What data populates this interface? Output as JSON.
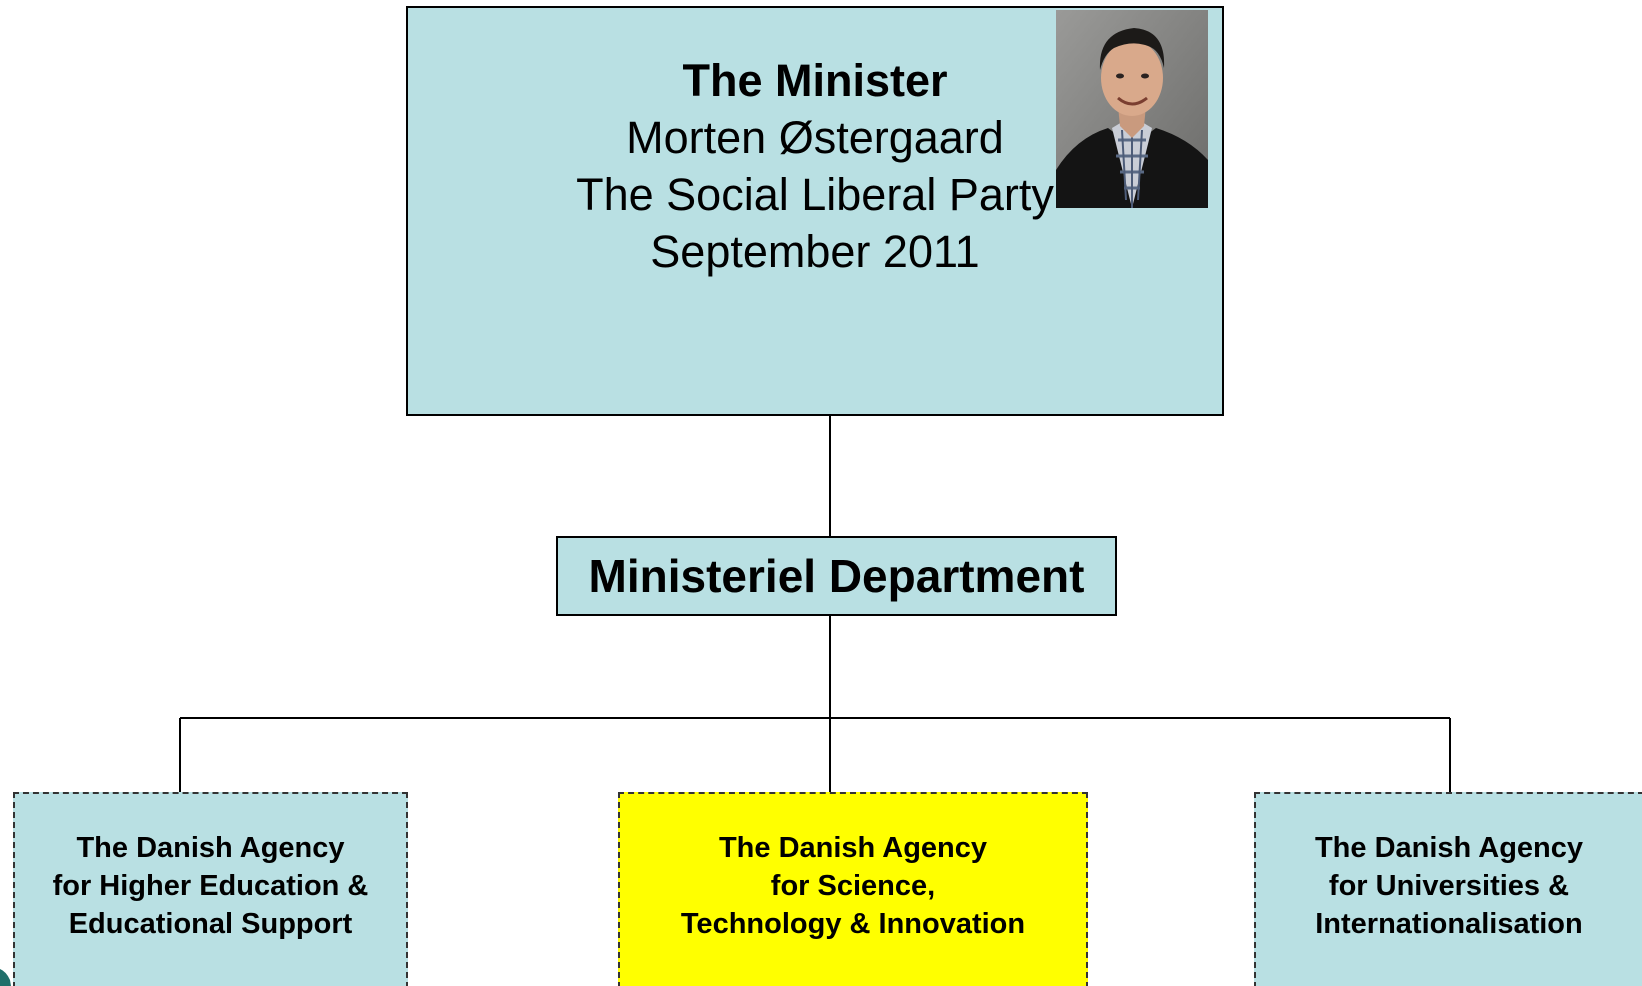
{
  "minister": {
    "title": "The Minister",
    "name": "Morten Østergaard",
    "party": "The Social Liberal Party",
    "date": "September 2011"
  },
  "department": {
    "label": "Ministeriel Department"
  },
  "agencies": [
    {
      "lines": [
        "The Danish Agency",
        "for Higher Education &",
        "Educational Support"
      ],
      "color": "#b9e0e3"
    },
    {
      "lines": [
        "The Danish Agency",
        "for Science,",
        "Technology & Innovation"
      ],
      "color": "#ffff00"
    },
    {
      "lines": [
        "The Danish Agency",
        "for Universities &",
        "Internationalisation"
      ],
      "color": "#b9e0e3"
    }
  ],
  "colors": {
    "box_fill": "#b9e0e3",
    "highlight_fill": "#ffff00",
    "line": "#000000"
  },
  "icons": {
    "minister_photo": "person-portrait-photo"
  }
}
